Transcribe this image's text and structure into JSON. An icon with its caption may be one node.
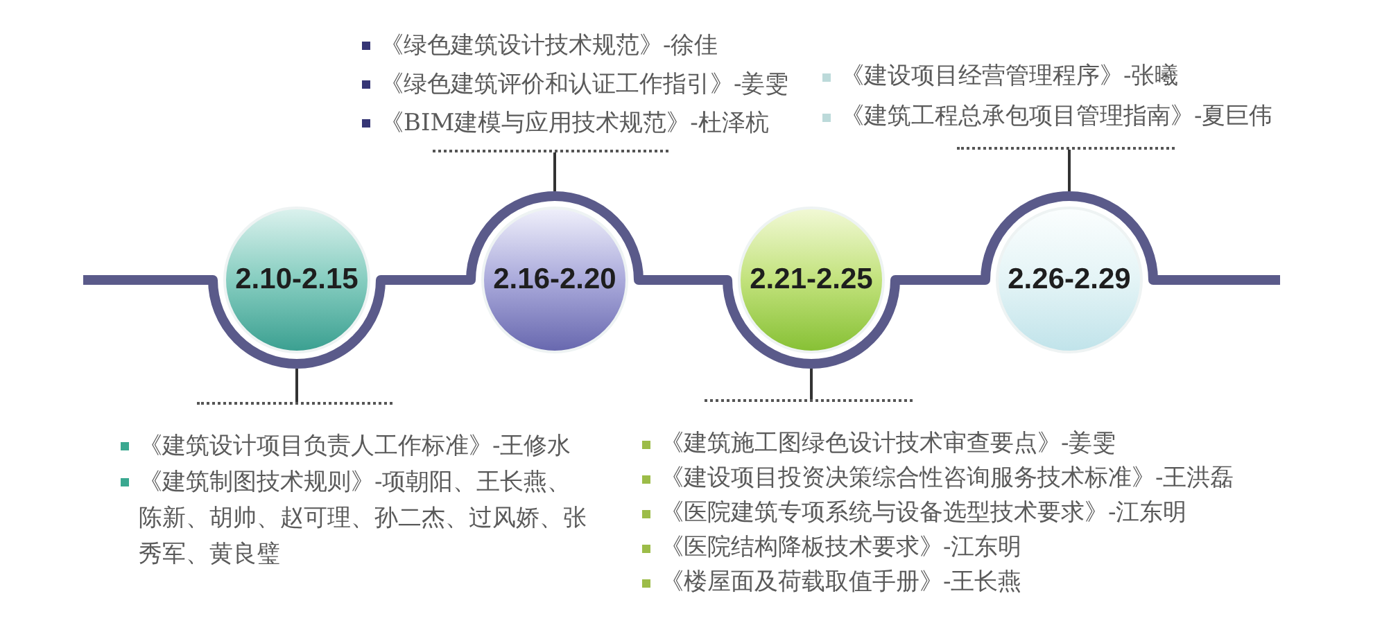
{
  "diagram": {
    "nodes": [
      {
        "text": [
          "2.10-2.15"
        ]
      },
      {
        "text": [
          "2.16-2.20"
        ]
      },
      {
        "text": [
          "2.21-2.25"
        ]
      },
      {
        "text": [
          "2.26-2.29"
        ]
      },
      {
        "text": [
          "《建筑设计项目负责人工作标准》-王修水",
          "《建筑制图技术规则》-项朝阳、王长燕、陈新、胡帅、赵可理、孙二杰、过风娇、张秀军、黄良璧"
        ]
      },
      {
        "text": [
          "《绿色建筑设计技术规范》-徐佳",
          "《绿色建筑评价和认证工作指引》-姜雯",
          "《BIM建模与应用技术规范》-杜泽杭"
        ]
      },
      {
        "text": [
          "《建筑施工图绿色设计技术审查要点》-姜雯",
          "《建设项目投资决策综合性咨询服务技术标准》-王洪磊",
          "《医院建筑专项系统与设备选型技术要求》-江东明",
          "《医院结构降板技术要求》-江东明",
          "《楼屋面及荷载取值手册》-王长燕"
        ]
      },
      {
        "text": [
          "《建设项目经营管理程序》-张曦",
          "《建筑工程总承包项目管理指南》-夏巨伟"
        ]
      }
    ],
    "edges": [
      {
        "from": 0,
        "to": 1,
        "arrow": "none",
        "style": "thick",
        "color": "#5a5a8a"
      },
      {
        "from": 1,
        "to": 2,
        "arrow": "none",
        "style": "thick",
        "color": "#5a5a8a"
      },
      {
        "from": 2,
        "to": 3,
        "arrow": "none",
        "style": "thick",
        "color": "#5a5a8a"
      },
      {
        "from": 4,
        "to": 0,
        "arrow": "none"
      },
      {
        "from": 5,
        "to": 1,
        "arrow": "none"
      },
      {
        "from": 6,
        "to": 2,
        "arrow": "none"
      },
      {
        "from": 7,
        "to": 3,
        "arrow": "none"
      }
    ]
  }
}
